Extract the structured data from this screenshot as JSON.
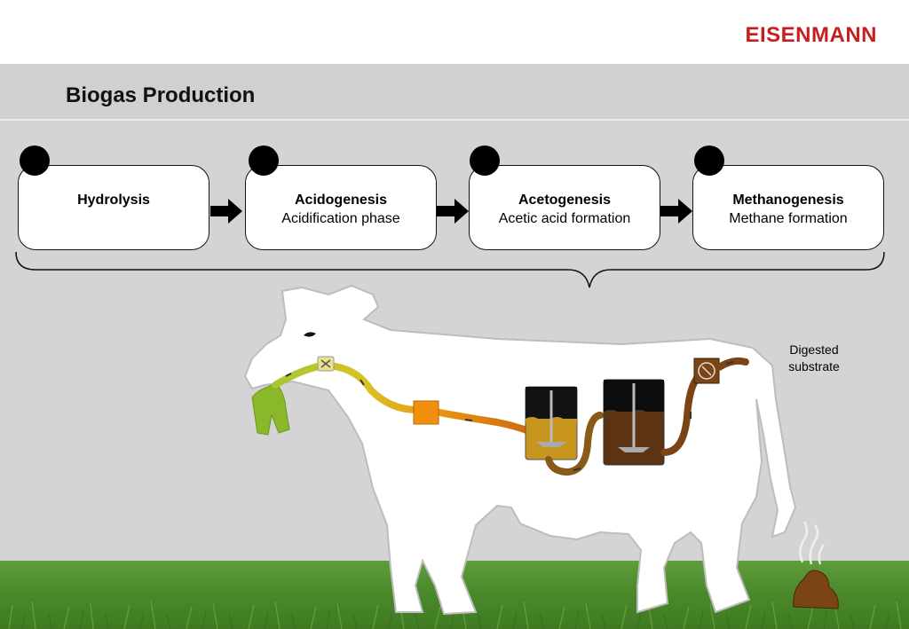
{
  "brand": {
    "logo_text": "EISENMANN",
    "logo_color": "#c81e1e"
  },
  "header": {
    "title": "Biogas Production"
  },
  "stages": [
    {
      "name": "Hydrolysis",
      "subtitle": ""
    },
    {
      "name": "Acidogenesis",
      "subtitle": "Acidification phase"
    },
    {
      "name": "Acetogenesis",
      "subtitle": "Acetic acid formation"
    },
    {
      "name": "Methanogenesis",
      "subtitle": "Methane formation"
    }
  ],
  "annotations": {
    "digested_substrate": "Digested substrate"
  },
  "colors": {
    "background": "#d4d4d4",
    "grass": "#4a8a2a",
    "cow_body": "#ffffff",
    "feed_green": "#8ab82a",
    "pipe_orange": "#e88a10",
    "tank_gold": "#c8961e",
    "tank_brown": "#5c3414",
    "manure": "#7a4414"
  },
  "icons": [
    "process-step-marker-icon",
    "flow-arrow-icon",
    "curly-brace-icon",
    "cow-icon",
    "valve-icon",
    "pump-icon",
    "stirrer-icon",
    "steam-icon",
    "manure-icon"
  ]
}
